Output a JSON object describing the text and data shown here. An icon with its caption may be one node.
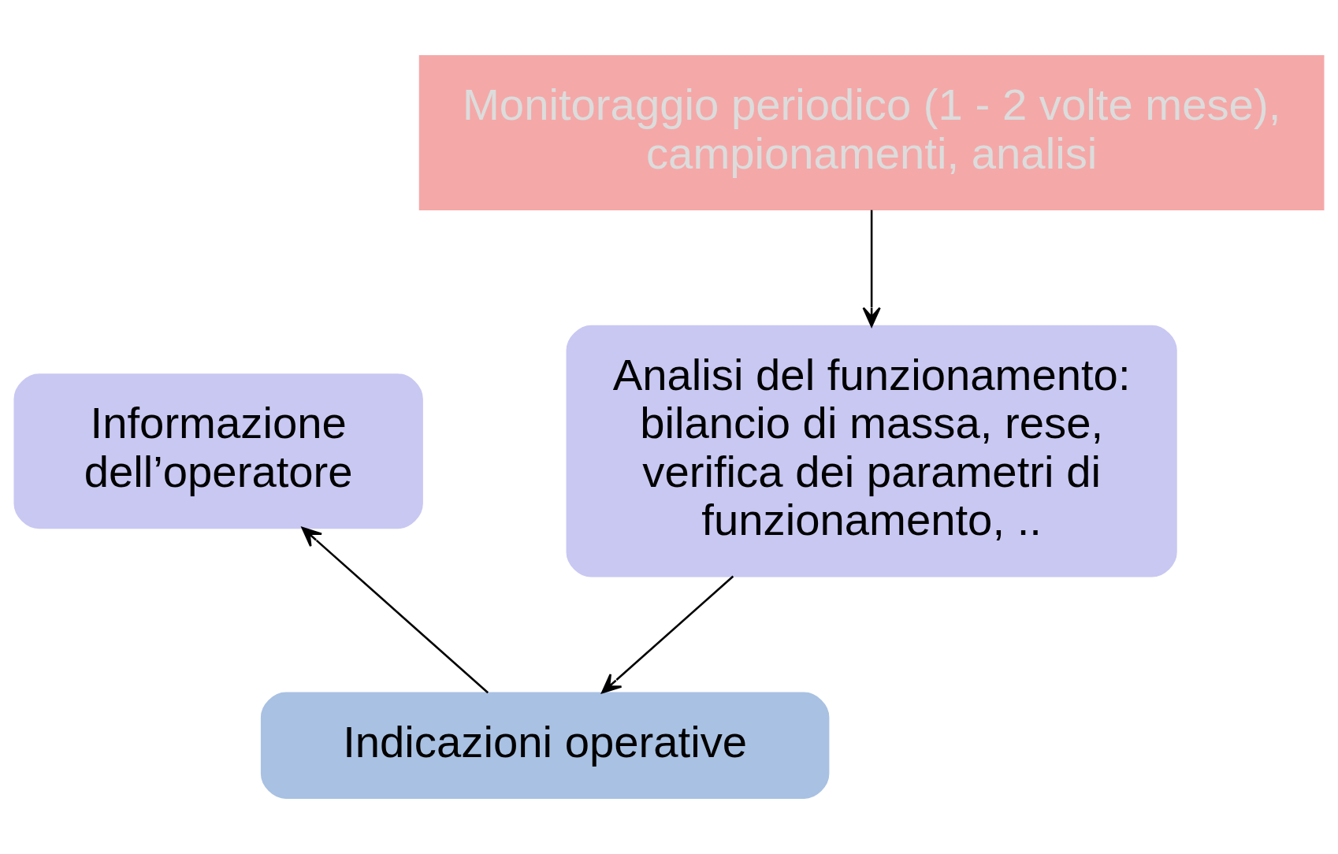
{
  "diagram": {
    "nodes": [
      {
        "text": [
          "Analisi del funzionamento: bilancio di massa, rese, verifica dei parametri di funzionamento, .."
        ]
      },
      {
        "text": [
          "Informazione dell’operatore"
        ]
      },
      {
        "text": [
          "Monitoraggio periodico (1 - 2 volte mese), campionamenti, analisi"
        ]
      },
      {
        "text": [
          "Indicazioni operative"
        ]
      }
    ],
    "edges": [
      {
        "from": 2,
        "to": 0,
        "arrow": "to"
      },
      {
        "from": 0,
        "to": 3,
        "arrow": "to"
      },
      {
        "from": 3,
        "to": 1,
        "arrow": "to"
      }
    ]
  }
}
